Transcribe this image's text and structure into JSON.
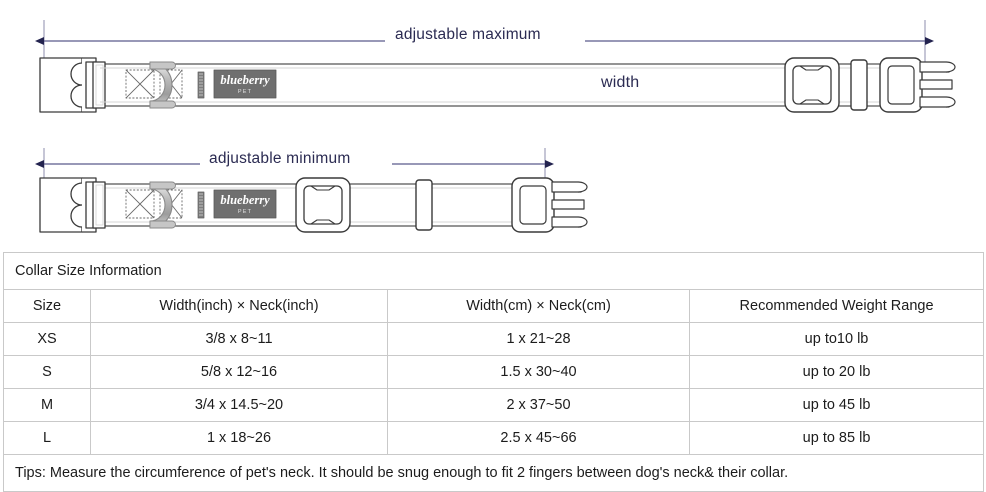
{
  "diagram": {
    "labels": {
      "adjustable_maximum": "adjustable maximum",
      "adjustable_minimum": "adjustable minimum",
      "width": "width"
    },
    "brand_tag": {
      "name": "blueberry",
      "sub": "PET"
    },
    "colors": {
      "dimension_line": "#5a5a8c",
      "arrow_head": "#23234f",
      "outline": "#3a3a3a",
      "strap_fill": "#ffffff",
      "tag_fill": "#6f6f6f",
      "dring_fill": "#c9c9c9"
    },
    "icon_names": [
      "side-release-buckle-female-icon",
      "d-ring-icon",
      "stitching-box-icon",
      "brand-tag-icon",
      "slider-adjuster-icon",
      "keeper-loop-icon",
      "side-release-buckle-male-icon",
      "left-arrow-icon",
      "right-arrow-icon",
      "up-down-arrow-icon"
    ]
  },
  "table": {
    "title": "Collar Size Information",
    "headers": [
      "Size",
      "Width(inch)  ×  Neck(inch)",
      "Width(cm)  ×  Neck(cm)",
      "Recommended Weight Range"
    ],
    "rows": [
      {
        "size": "XS",
        "inch": "3/8 x 8~11",
        "cm": "1 x 21~28",
        "weight": "up to10 lb"
      },
      {
        "size": "S",
        "inch": "5/8 x 12~16",
        "cm": "1.5 x 30~40",
        "weight": "up to 20 lb"
      },
      {
        "size": "M",
        "inch": "3/4 x 14.5~20",
        "cm": "2 x 37~50",
        "weight": "up to 45 lb"
      },
      {
        "size": "L",
        "inch": "1 x 18~26",
        "cm": "2.5 x 45~66",
        "weight": "up to 85 lb"
      }
    ],
    "tips": "Tips: Measure the circumference of pet's neck. It should be snug enough to fit 2 fingers between dog's neck& their collar."
  }
}
